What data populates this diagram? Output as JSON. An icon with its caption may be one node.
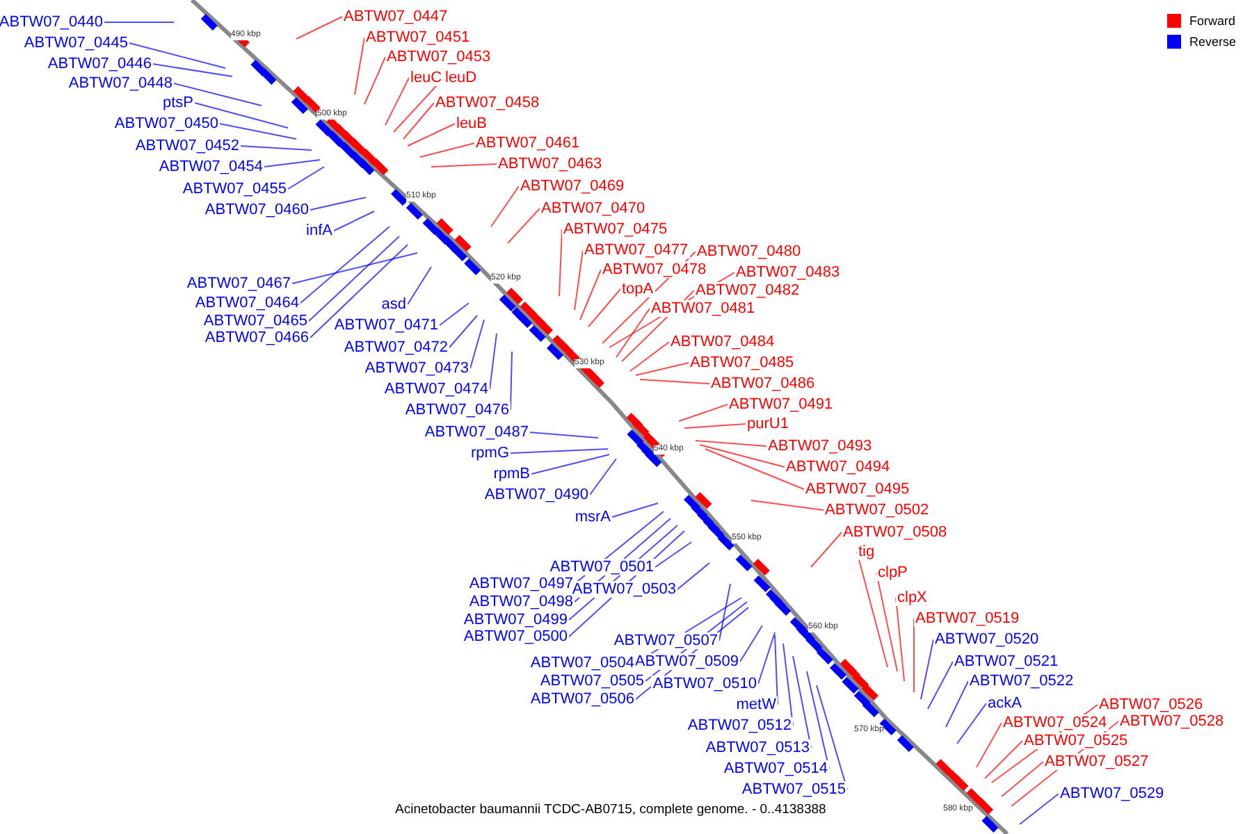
{
  "diagram": {
    "caption": "Acinetobacter baumannii TCDC-AB0715, complete genome. - 0..4138388",
    "nodes": [
      {
        "text": [
          "ABTW07_0440"
        ]
      },
      {
        "text": [
          "ABTW07_0447"
        ]
      },
      {
        "text": [
          "ABTW07_0451"
        ]
      },
      {
        "text": [
          "ABTW07_0445"
        ]
      },
      {
        "text": [
          "ABTW07_0453"
        ]
      },
      {
        "text": [
          "ABTW07_0446"
        ]
      },
      {
        "text": [
          "leuC"
        ]
      },
      {
        "text": [
          "leuD"
        ]
      },
      {
        "text": [
          "ABTW07_0448"
        ]
      },
      {
        "text": [
          "ABTW07_0458"
        ]
      },
      {
        "text": [
          "ptsP"
        ]
      },
      {
        "text": [
          "leuB"
        ]
      },
      {
        "text": [
          "ABTW07_0450"
        ]
      },
      {
        "text": [
          "ABTW07_0461"
        ]
      },
      {
        "text": [
          "ABTW07_0452"
        ]
      },
      {
        "text": [
          "ABTW07_0463"
        ]
      },
      {
        "text": [
          "ABTW07_0454"
        ]
      },
      {
        "text": [
          "ABTW07_0469"
        ]
      },
      {
        "text": [
          "ABTW07_0455"
        ]
      },
      {
        "text": [
          "ABTW07_0470"
        ]
      },
      {
        "text": [
          "ABTW07_0460"
        ]
      },
      {
        "text": [
          "ABTW07_0475"
        ]
      },
      {
        "text": [
          "infA"
        ]
      },
      {
        "text": [
          "ABTW07_0477"
        ]
      },
      {
        "text": [
          "ABTW07_0480"
        ]
      },
      {
        "text": [
          "ABTW07_0478"
        ]
      },
      {
        "text": [
          "ABTW07_0483"
        ]
      },
      {
        "text": [
          "ABTW07_0467"
        ]
      },
      {
        "text": [
          "topA"
        ]
      },
      {
        "text": [
          "ABTW07_0482"
        ]
      },
      {
        "text": [
          "ABTW07_0464"
        ]
      },
      {
        "text": [
          "asd"
        ]
      },
      {
        "text": [
          "ABTW07_0481"
        ]
      },
      {
        "text": [
          "ABTW07_0465"
        ]
      },
      {
        "text": [
          "ABTW07_0471"
        ]
      },
      {
        "text": [
          "ABTW07_0466"
        ]
      },
      {
        "text": [
          "ABTW07_0484"
        ]
      },
      {
        "text": [
          "ABTW07_0472"
        ]
      },
      {
        "text": [
          "ABTW07_0485"
        ]
      },
      {
        "text": [
          "ABTW07_0473"
        ]
      },
      {
        "text": [
          "ABTW07_0486"
        ]
      },
      {
        "text": [
          "ABTW07_0474"
        ]
      },
      {
        "text": [
          "ABTW07_0491"
        ]
      },
      {
        "text": [
          "ABTW07_0476"
        ]
      },
      {
        "text": [
          "purU1"
        ]
      },
      {
        "text": [
          "ABTW07_0487"
        ]
      },
      {
        "text": [
          "ABTW07_0493"
        ]
      },
      {
        "text": [
          "rpmG"
        ]
      },
      {
        "text": [
          "ABTW07_0494"
        ]
      },
      {
        "text": [
          "rpmB"
        ]
      },
      {
        "text": [
          "ABTW07_0495"
        ]
      },
      {
        "text": [
          "ABTW07_0490"
        ]
      },
      {
        "text": [
          "ABTW07_0502"
        ]
      },
      {
        "text": [
          "msrA"
        ]
      },
      {
        "text": [
          "ABTW07_0508"
        ]
      },
      {
        "text": [
          "tig"
        ]
      },
      {
        "text": [
          "ABTW07_0501"
        ]
      },
      {
        "text": [
          "clpP"
        ]
      },
      {
        "text": [
          "ABTW07_0497"
        ]
      },
      {
        "text": [
          "ABTW07_0503"
        ]
      },
      {
        "text": [
          "clpX"
        ]
      },
      {
        "text": [
          "ABTW07_0498"
        ]
      },
      {
        "text": [
          "ABTW07_0519"
        ]
      },
      {
        "text": [
          "ABTW07_0499"
        ]
      },
      {
        "text": [
          "ABTW07_0500"
        ]
      },
      {
        "text": [
          "ABTW07_0520"
        ]
      },
      {
        "text": [
          "ABTW07_0507"
        ]
      },
      {
        "text": [
          "ABTW07_0509"
        ]
      },
      {
        "text": [
          "ABTW07_0521"
        ]
      },
      {
        "text": [
          "ABTW07_0504"
        ]
      },
      {
        "text": [
          "ABTW07_0522"
        ]
      },
      {
        "text": [
          "ABTW07_0505"
        ]
      },
      {
        "text": [
          "ABTW07_0510"
        ]
      },
      {
        "text": [
          "ABTW07_0506"
        ]
      },
      {
        "text": [
          "ackA"
        ]
      },
      {
        "text": [
          "metW"
        ]
      },
      {
        "text": [
          "ABTW07_0526"
        ]
      },
      {
        "text": [
          "ABTW07_0528"
        ]
      },
      {
        "text": [
          "ABTW07_0524"
        ]
      },
      {
        "text": [
          "ABTW07_0512"
        ]
      },
      {
        "text": [
          "ABTW07_0525"
        ]
      },
      {
        "text": [
          "ABTW07_0513"
        ]
      },
      {
        "text": [
          "ABTW07_0527"
        ]
      },
      {
        "text": [
          "ABTW07_0514"
        ]
      },
      {
        "text": [
          "ABTW07_0515"
        ]
      },
      {
        "text": [
          "ABTW07_0529"
        ]
      }
    ],
    "edges": [
      {
        "from": 0,
        "to": null,
        "arrow": "none",
        "color": "#0000ff"
      },
      {
        "from": 1,
        "to": null,
        "arrow": "none",
        "color": "#ff0000"
      },
      {
        "from": 2,
        "to": null,
        "arrow": "none",
        "color": "#ff0000"
      },
      {
        "from": 3,
        "to": null,
        "arrow": "none",
        "color": "#0000ff"
      },
      {
        "from": 4,
        "to": null,
        "arrow": "none",
        "color": "#ff0000"
      },
      {
        "from": 5,
        "to": null,
        "arrow": "none",
        "color": "#0000ff"
      },
      {
        "from": 6,
        "to": null,
        "arrow": "none",
        "color": "#ff0000"
      },
      {
        "from": 7,
        "to": null,
        "arrow": "none",
        "color": "#ff0000"
      },
      {
        "from": 8,
        "to": null,
        "arrow": "none",
        "color": "#0000ff"
      },
      {
        "from": 9,
        "to": null,
        "arrow": "none",
        "color": "#ff0000"
      },
      {
        "from": 10,
        "to": null,
        "arrow": "none",
        "color": "#0000ff"
      },
      {
        "from": 11,
        "to": null,
        "arrow": "none",
        "color": "#ff0000"
      },
      {
        "from": 12,
        "to": null,
        "arrow": "none",
        "color": "#0000ff"
      },
      {
        "from": 13,
        "to": null,
        "arrow": "none",
        "color": "#ff0000"
      },
      {
        "from": 14,
        "to": null,
        "arrow": "none",
        "color": "#0000ff"
      },
      {
        "from": 15,
        "to": null,
        "arrow": "none",
        "color": "#ff0000"
      },
      {
        "from": 16,
        "to": null,
        "arrow": "none",
        "color": "#0000ff"
      },
      {
        "from": 17,
        "to": null,
        "arrow": "none",
        "color": "#ff0000"
      },
      {
        "from": 18,
        "to": null,
        "arrow": "none",
        "color": "#0000ff"
      },
      {
        "from": 19,
        "to": null,
        "arrow": "none",
        "color": "#ff0000"
      },
      {
        "from": 20,
        "to": null,
        "arrow": "none",
        "color": "#0000ff"
      },
      {
        "from": 21,
        "to": null,
        "arrow": "none",
        "color": "#ff0000"
      },
      {
        "from": 22,
        "to": null,
        "arrow": "none",
        "color": "#0000ff"
      },
      {
        "from": 23,
        "to": null,
        "arrow": "none",
        "color": "#ff0000"
      },
      {
        "from": 24,
        "to": null,
        "arrow": "none",
        "color": "#ff0000"
      },
      {
        "from": 25,
        "to": null,
        "arrow": "none",
        "color": "#ff0000"
      },
      {
        "from": 26,
        "to": null,
        "arrow": "none",
        "color": "#ff0000"
      },
      {
        "from": 27,
        "to": null,
        "arrow": "none",
        "color": "#0000ff"
      },
      {
        "from": 28,
        "to": null,
        "arrow": "none",
        "color": "#ff0000"
      },
      {
        "from": 29,
        "to": null,
        "arrow": "none",
        "color": "#ff0000"
      },
      {
        "from": 30,
        "to": null,
        "arrow": "none",
        "color": "#0000ff"
      },
      {
        "from": 31,
        "to": null,
        "arrow": "none",
        "color": "#0000ff"
      },
      {
        "from": 32,
        "to": null,
        "arrow": "none",
        "color": "#ff0000"
      },
      {
        "from": 33,
        "to": null,
        "arrow": "none",
        "color": "#0000ff"
      },
      {
        "from": 34,
        "to": null,
        "arrow": "none",
        "color": "#0000ff"
      },
      {
        "from": 35,
        "to": null,
        "arrow": "none",
        "color": "#0000ff"
      },
      {
        "from": 36,
        "to": null,
        "arrow": "none",
        "color": "#ff0000"
      },
      {
        "from": 37,
        "to": null,
        "arrow": "none",
        "color": "#0000ff"
      },
      {
        "from": 38,
        "to": null,
        "arrow": "none",
        "color": "#ff0000"
      },
      {
        "from": 39,
        "to": null,
        "arrow": "none",
        "color": "#0000ff"
      },
      {
        "from": 40,
        "to": null,
        "arrow": "none",
        "color": "#ff0000"
      },
      {
        "from": 41,
        "to": null,
        "arrow": "none",
        "color": "#0000ff"
      },
      {
        "from": 42,
        "to": null,
        "arrow": "none",
        "color": "#ff0000"
      },
      {
        "from": 43,
        "to": null,
        "arrow": "none",
        "color": "#0000ff"
      },
      {
        "from": 44,
        "to": null,
        "arrow": "none",
        "color": "#ff0000"
      },
      {
        "from": 45,
        "to": null,
        "arrow": "none",
        "color": "#0000ff"
      },
      {
        "from": 46,
        "to": null,
        "arrow": "none",
        "color": "#ff0000"
      },
      {
        "from": 47,
        "to": null,
        "arrow": "none",
        "color": "#0000ff"
      },
      {
        "from": 48,
        "to": null,
        "arrow": "none",
        "color": "#ff0000"
      },
      {
        "from": 49,
        "to": null,
        "arrow": "none",
        "color": "#0000ff"
      },
      {
        "from": 50,
        "to": null,
        "arrow": "none",
        "color": "#ff0000"
      },
      {
        "from": 51,
        "to": null,
        "arrow": "none",
        "color": "#0000ff"
      },
      {
        "from": 52,
        "to": null,
        "arrow": "none",
        "color": "#ff0000"
      },
      {
        "from": 53,
        "to": null,
        "arrow": "none",
        "color": "#0000ff"
      },
      {
        "from": 54,
        "to": null,
        "arrow": "none",
        "color": "#ff0000"
      },
      {
        "from": 55,
        "to": null,
        "arrow": "none",
        "color": "#ff0000"
      },
      {
        "from": 56,
        "to": null,
        "arrow": "none",
        "color": "#0000ff"
      },
      {
        "from": 57,
        "to": null,
        "arrow": "none",
        "color": "#ff0000"
      },
      {
        "from": 58,
        "to": null,
        "arrow": "none",
        "color": "#0000ff"
      },
      {
        "from": 59,
        "to": null,
        "arrow": "none",
        "color": "#0000ff"
      },
      {
        "from": 60,
        "to": null,
        "arrow": "none",
        "color": "#ff0000"
      },
      {
        "from": 61,
        "to": null,
        "arrow": "none",
        "color": "#0000ff"
      },
      {
        "from": 62,
        "to": null,
        "arrow": "none",
        "color": "#ff0000"
      },
      {
        "from": 63,
        "to": null,
        "arrow": "none",
        "color": "#0000ff"
      },
      {
        "from": 64,
        "to": null,
        "arrow": "none",
        "color": "#0000ff"
      },
      {
        "from": 65,
        "to": null,
        "arrow": "none",
        "color": "#0000ff"
      },
      {
        "from": 66,
        "to": null,
        "arrow": "none",
        "color": "#0000ff"
      },
      {
        "from": 67,
        "to": null,
        "arrow": "none",
        "color": "#0000ff"
      },
      {
        "from": 68,
        "to": null,
        "arrow": "none",
        "color": "#0000ff"
      },
      {
        "from": 69,
        "to": null,
        "arrow": "none",
        "color": "#0000ff"
      },
      {
        "from": 70,
        "to": null,
        "arrow": "none",
        "color": "#0000ff"
      },
      {
        "from": 71,
        "to": null,
        "arrow": "none",
        "color": "#0000ff"
      },
      {
        "from": 72,
        "to": null,
        "arrow": "none",
        "color": "#0000ff"
      },
      {
        "from": 73,
        "to": null,
        "arrow": "none",
        "color": "#0000ff"
      },
      {
        "from": 74,
        "to": null,
        "arrow": "none",
        "color": "#0000ff"
      },
      {
        "from": 75,
        "to": null,
        "arrow": "none",
        "color": "#0000ff"
      },
      {
        "from": 76,
        "to": null,
        "arrow": "none",
        "color": "#ff0000"
      },
      {
        "from": 77,
        "to": null,
        "arrow": "none",
        "color": "#ff0000"
      },
      {
        "from": 78,
        "to": null,
        "arrow": "none",
        "color": "#ff0000"
      },
      {
        "from": 79,
        "to": null,
        "arrow": "none",
        "color": "#0000ff"
      },
      {
        "from": 80,
        "to": null,
        "arrow": "none",
        "color": "#ff0000"
      },
      {
        "from": 81,
        "to": null,
        "arrow": "none",
        "color": "#0000ff"
      },
      {
        "from": 82,
        "to": null,
        "arrow": "none",
        "color": "#ff0000"
      },
      {
        "from": 83,
        "to": null,
        "arrow": "none",
        "color": "#0000ff"
      },
      {
        "from": 84,
        "to": null,
        "arrow": "none",
        "color": "#0000ff"
      },
      {
        "from": 85,
        "to": null,
        "arrow": "none",
        "color": "#0000ff"
      }
    ],
    "labels": [
      "490 kbp",
      "500 kbp",
      "510 kbp",
      "520 kbp",
      "530 kbp",
      "540 kbp",
      "550 kbp",
      "560 kbp",
      "570 kbp",
      "580 kbp"
    ],
    "legend": [
      {
        "text": "Forward",
        "color": "#ff0000"
      },
      {
        "text": "Reverse",
        "color": "#0000ff"
      }
    ]
  }
}
